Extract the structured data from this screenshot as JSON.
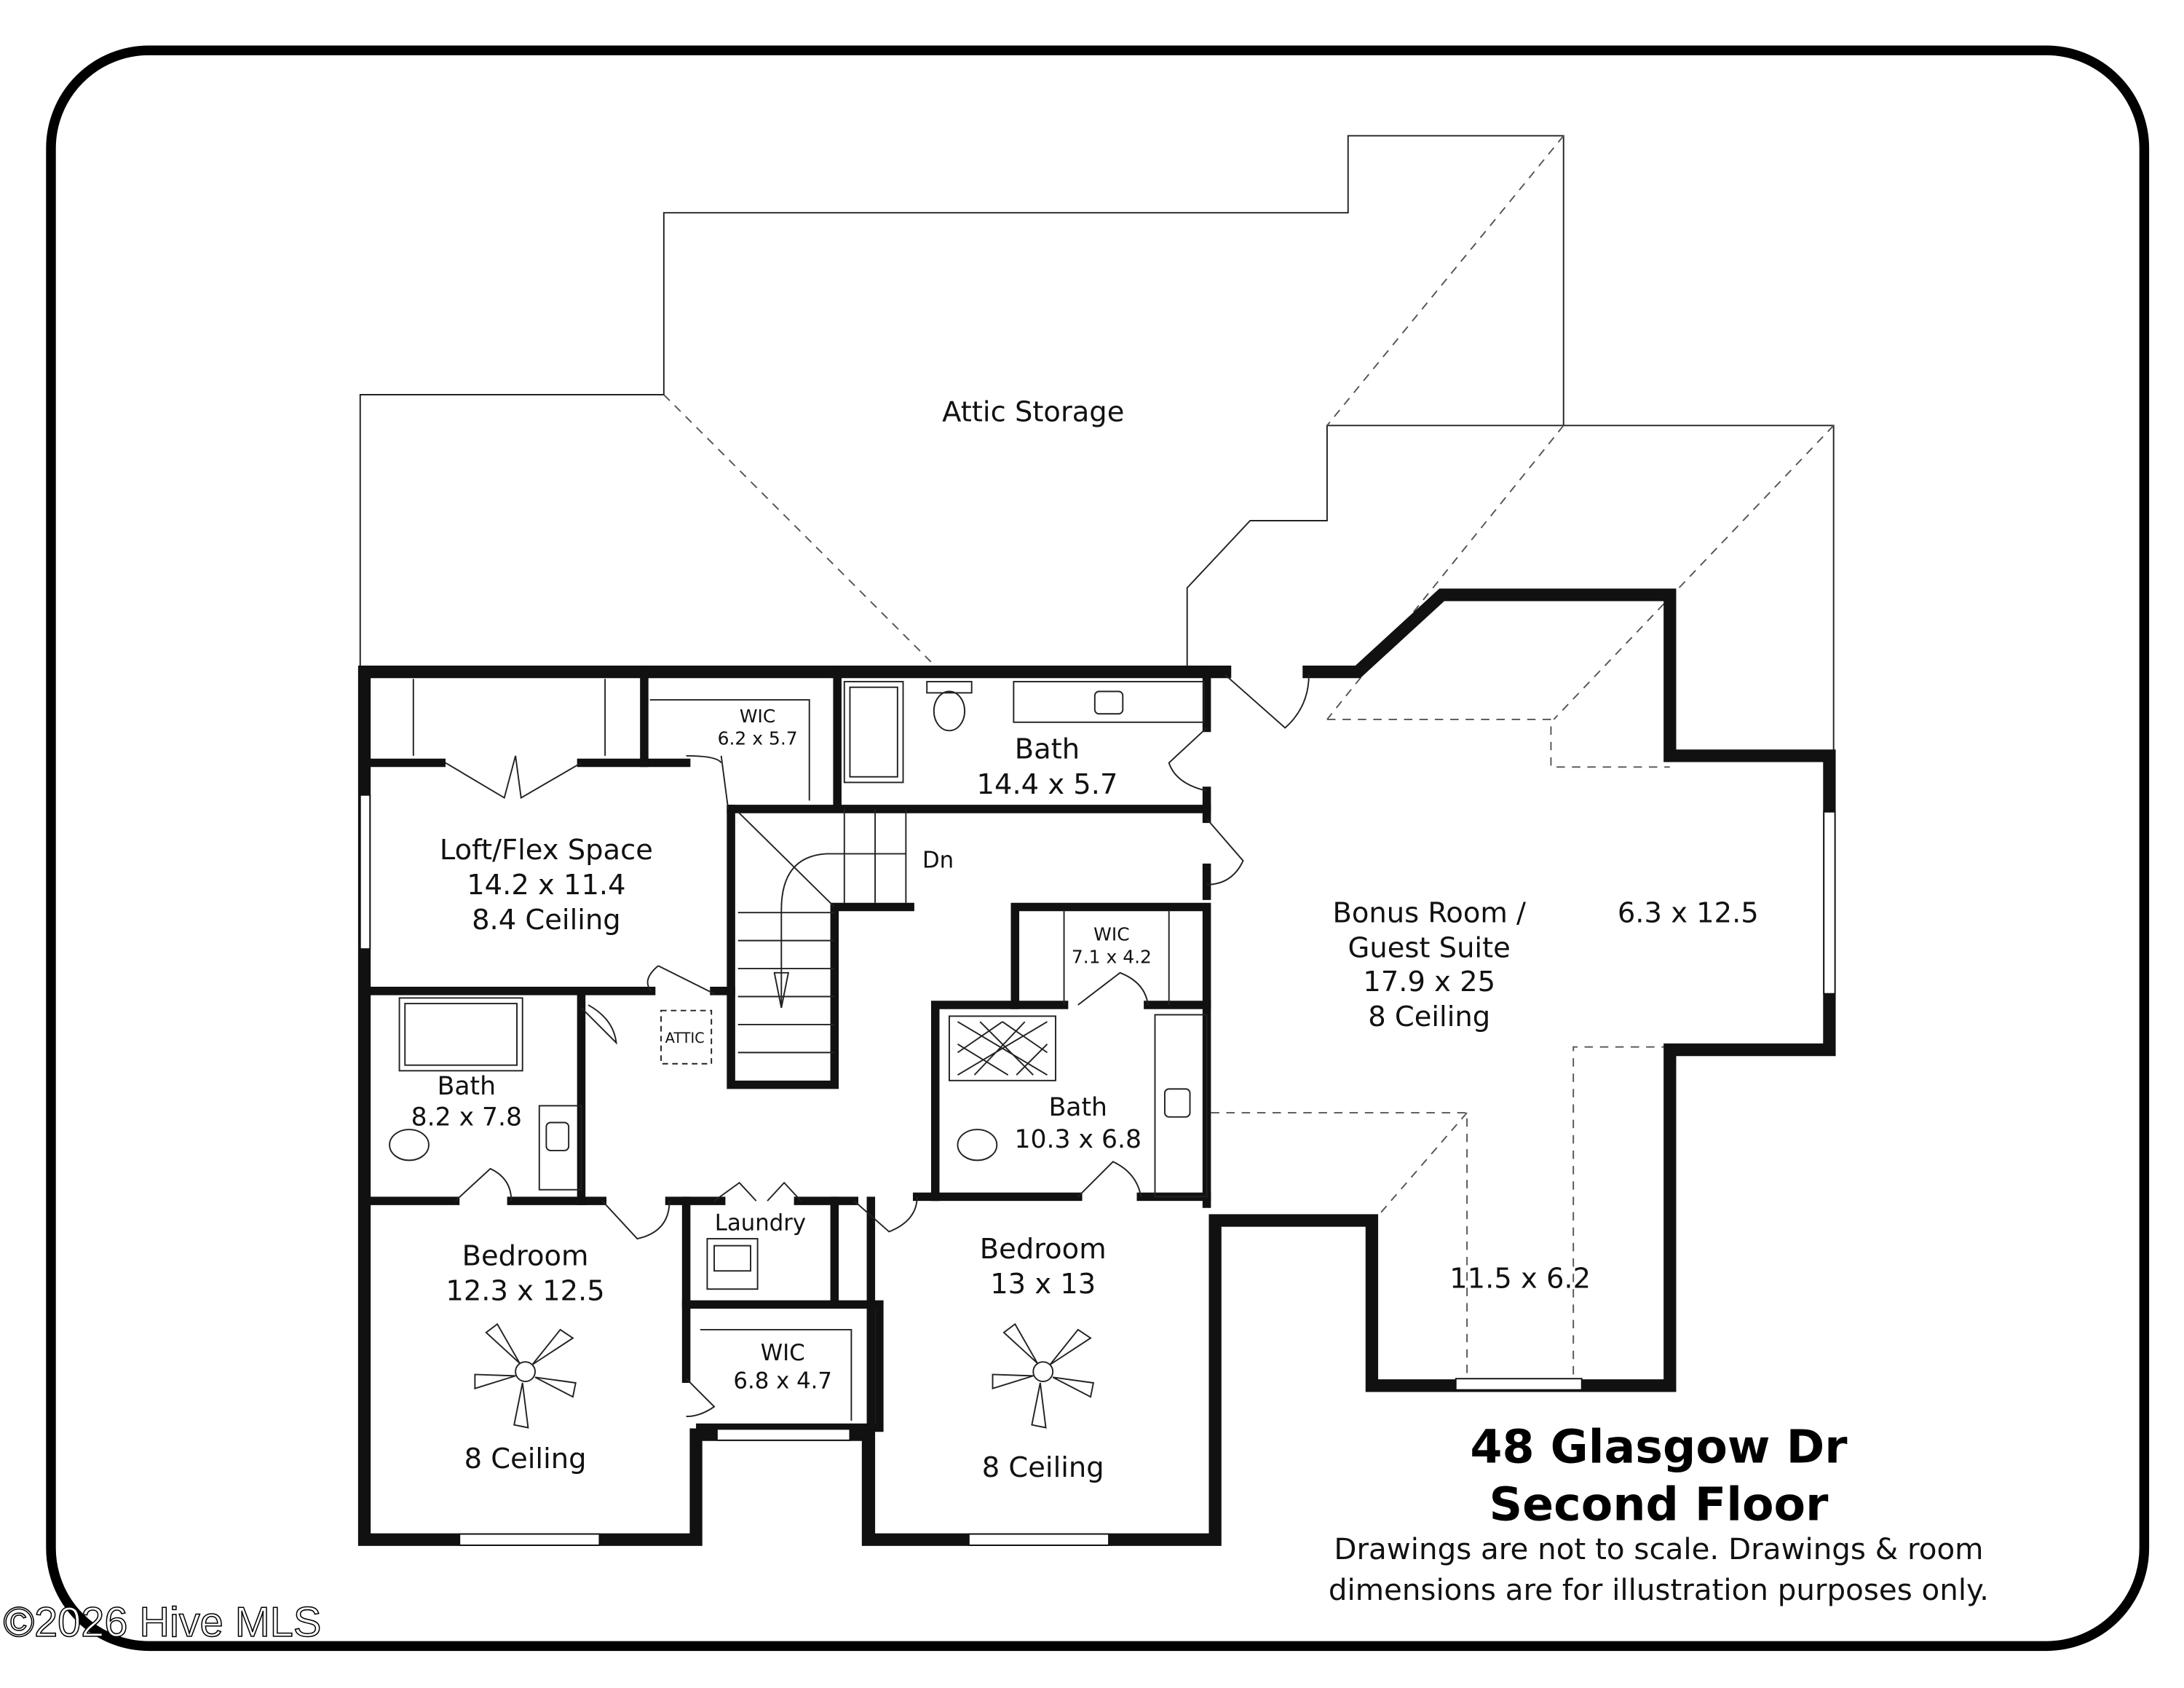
{
  "title": {
    "line1": "48 Glasgow Dr",
    "line2": "Second Floor"
  },
  "disclaimer": {
    "line1": "Drawings are not to scale. Drawings & room",
    "line2": "dimensions are for illustration purposes only."
  },
  "watermark": "©2026 Hive MLS",
  "rooms": {
    "attic_storage": {
      "name": "Attic Storage"
    },
    "wic1": {
      "name": "WIC",
      "dims": "6.2 x 5.7"
    },
    "bath1": {
      "name": "Bath",
      "dims": "14.4 x 5.7"
    },
    "loft": {
      "name": "Loft/Flex Space",
      "dims": "14.2 x 11.4",
      "ceiling": "8.4 Ceiling"
    },
    "stairs": {
      "label": "Dn"
    },
    "attic_access": {
      "label": "ATTIC"
    },
    "wic2": {
      "name": "WIC",
      "dims": "7.1 x 4.2"
    },
    "bonus": {
      "name1": "Bonus Room /",
      "name2": "Guest Suite",
      "dims": "17.9 x 25",
      "ceiling": "8 Ceiling",
      "alcove1": "6.3 x 12.5",
      "alcove2": "11.5 x 6.2"
    },
    "bath2": {
      "name": "Bath",
      "dims": "8.2 x 7.8"
    },
    "bath3": {
      "name": "Bath",
      "dims": "10.3 x 6.8"
    },
    "laundry": {
      "name": "Laundry"
    },
    "wic3": {
      "name": "WIC",
      "dims": "6.8 x 4.7"
    },
    "bedroom1": {
      "name": "Bedroom",
      "dims": "12.3 x 12.5",
      "ceiling": "8 Ceiling"
    },
    "bedroom2": {
      "name": "Bedroom",
      "dims": "13 x 13",
      "ceiling": "8 Ceiling"
    }
  }
}
